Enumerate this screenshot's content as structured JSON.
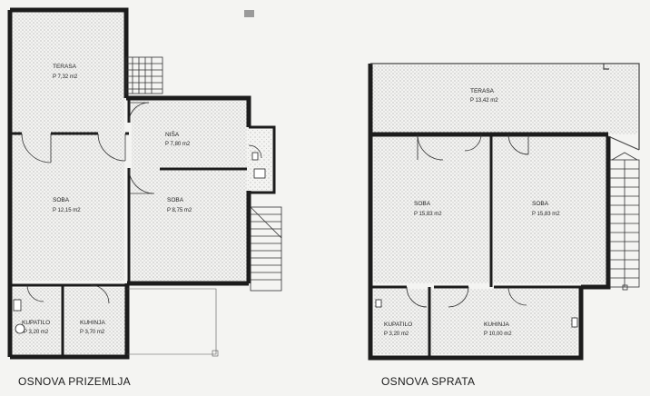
{
  "plans": [
    {
      "id": "ground",
      "title": "OSNOVA PRIZEMLJA",
      "rooms": [
        {
          "id": "terasa",
          "name": "TERASA",
          "area": "P 7,32 m2"
        },
        {
          "id": "nisa",
          "name": "NIŠA",
          "area": "P 7,80 m2"
        },
        {
          "id": "soba-left",
          "name": "SOBA",
          "area": "P 12,15 m2"
        },
        {
          "id": "soba-right",
          "name": "SOBA",
          "area": "P 8,75 m2"
        },
        {
          "id": "kupatilo",
          "name": "KUPATILO",
          "area": "P 3,20 m2"
        },
        {
          "id": "kuhinja",
          "name": "KUHINJA",
          "area": "P 3,70 m2"
        }
      ]
    },
    {
      "id": "upper",
      "title": "OSNOVA SPRATA",
      "rooms": [
        {
          "id": "terasa",
          "name": "TERASA",
          "area": "P 13,42 m2"
        },
        {
          "id": "soba-left",
          "name": "SOBA",
          "area": "P 15,83 m2"
        },
        {
          "id": "soba-right",
          "name": "SOBA",
          "area": "P 15,83 m2"
        },
        {
          "id": "kupatilo",
          "name": "KUPATILO",
          "area": "P 3,20 m2"
        },
        {
          "id": "kuhinja",
          "name": "KUHINJA",
          "area": "P 10,00 m2"
        }
      ]
    }
  ]
}
